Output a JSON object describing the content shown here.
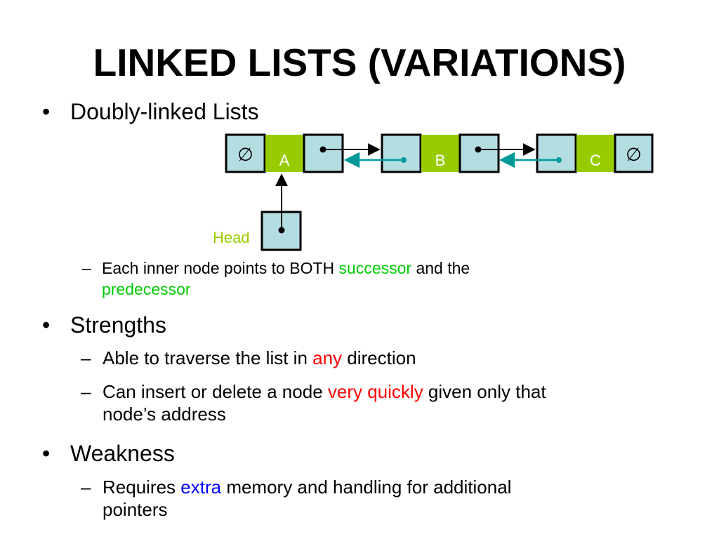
{
  "slide": {
    "title": "LINKED LISTS (VARIATIONS)",
    "bullet1": {
      "marker": "•",
      "text": "Doubly-linked Lists"
    },
    "sub1": {
      "dash": "–",
      "part1": "Each inner node points to BOTH ",
      "hl1": "successor",
      "part2": " and the",
      "hl2": "predecessor"
    },
    "bullet2": {
      "marker": "•",
      "text": "Strengths"
    },
    "sub2": {
      "dash": "–",
      "part1": "Able to traverse the list in ",
      "hl": "any",
      "part2": " direction"
    },
    "sub3": {
      "dash": "–",
      "part1": "Can insert or delete a node ",
      "hl": "very quickly",
      "part2": " given only that",
      "part3": "node’s address"
    },
    "bullet3": {
      "marker": "•",
      "text": "Weakness"
    },
    "sub4": {
      "dash": "–",
      "part1": "Requires ",
      "hl": "extra",
      "part2": " memory and handling for additional",
      "part3": "pointers"
    }
  },
  "diagram": {
    "nodes": [
      {
        "prev": "∅",
        "label": "A",
        "next": ""
      },
      {
        "prev": "",
        "label": "B",
        "next": ""
      },
      {
        "prev": "",
        "label": "C",
        "next": "∅"
      }
    ],
    "head_label": "Head",
    "colors": {
      "pointer_cell": "#b4dde2",
      "data_cell": "#99cc00",
      "back_arrow": "#00999a",
      "highlight_green": "#00cc00",
      "highlight_red": "#ff0000",
      "highlight_blue": "#0000ff",
      "head_label": "#99cc00"
    }
  }
}
